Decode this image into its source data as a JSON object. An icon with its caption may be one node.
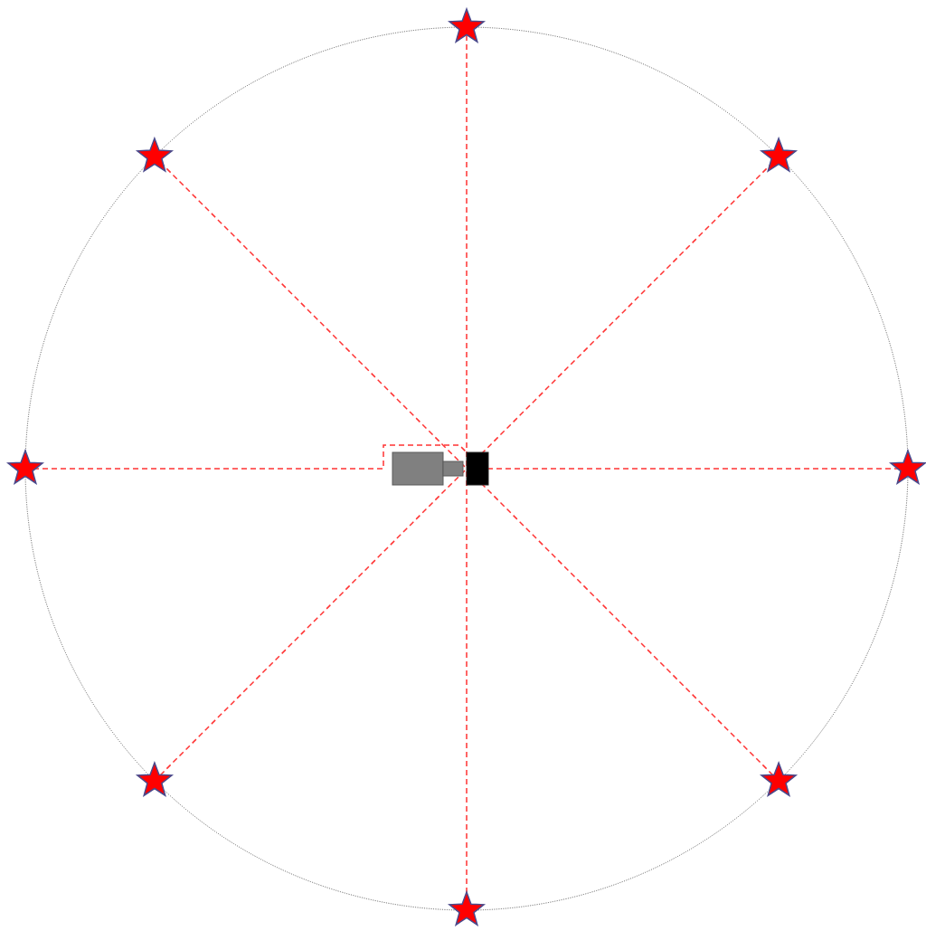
{
  "diagram": {
    "nodes": [
      {
        "text": [],
        "shape": "star"
      },
      {
        "text": [],
        "shape": "star"
      },
      {
        "text": [],
        "shape": "star"
      },
      {
        "text": [],
        "shape": "star"
      },
      {
        "text": [],
        "shape": "box"
      },
      {
        "text": [],
        "shape": "box"
      },
      {
        "text": [],
        "shape": "star"
      },
      {
        "text": [],
        "shape": "star"
      },
      {
        "text": [],
        "shape": "star"
      },
      {
        "text": [],
        "shape": "star"
      }
    ],
    "edges": [
      {
        "from": 0,
        "to": 5,
        "arrow": "none",
        "style": "dashed"
      },
      {
        "from": 1,
        "to": 5,
        "arrow": "none",
        "style": "dashed"
      },
      {
        "from": 2,
        "to": 5,
        "arrow": "none",
        "style": "dashed"
      },
      {
        "from": 3,
        "to": 5,
        "arrow": "none",
        "style": "dashed"
      },
      {
        "from": 6,
        "to": 5,
        "arrow": "none",
        "style": "dashed"
      },
      {
        "from": 7,
        "to": 5,
        "arrow": "none",
        "style": "dashed"
      },
      {
        "from": 8,
        "to": 5,
        "arrow": "none",
        "style": "dashed"
      },
      {
        "from": 9,
        "to": 5,
        "arrow": "none",
        "style": "dashed"
      }
    ]
  }
}
